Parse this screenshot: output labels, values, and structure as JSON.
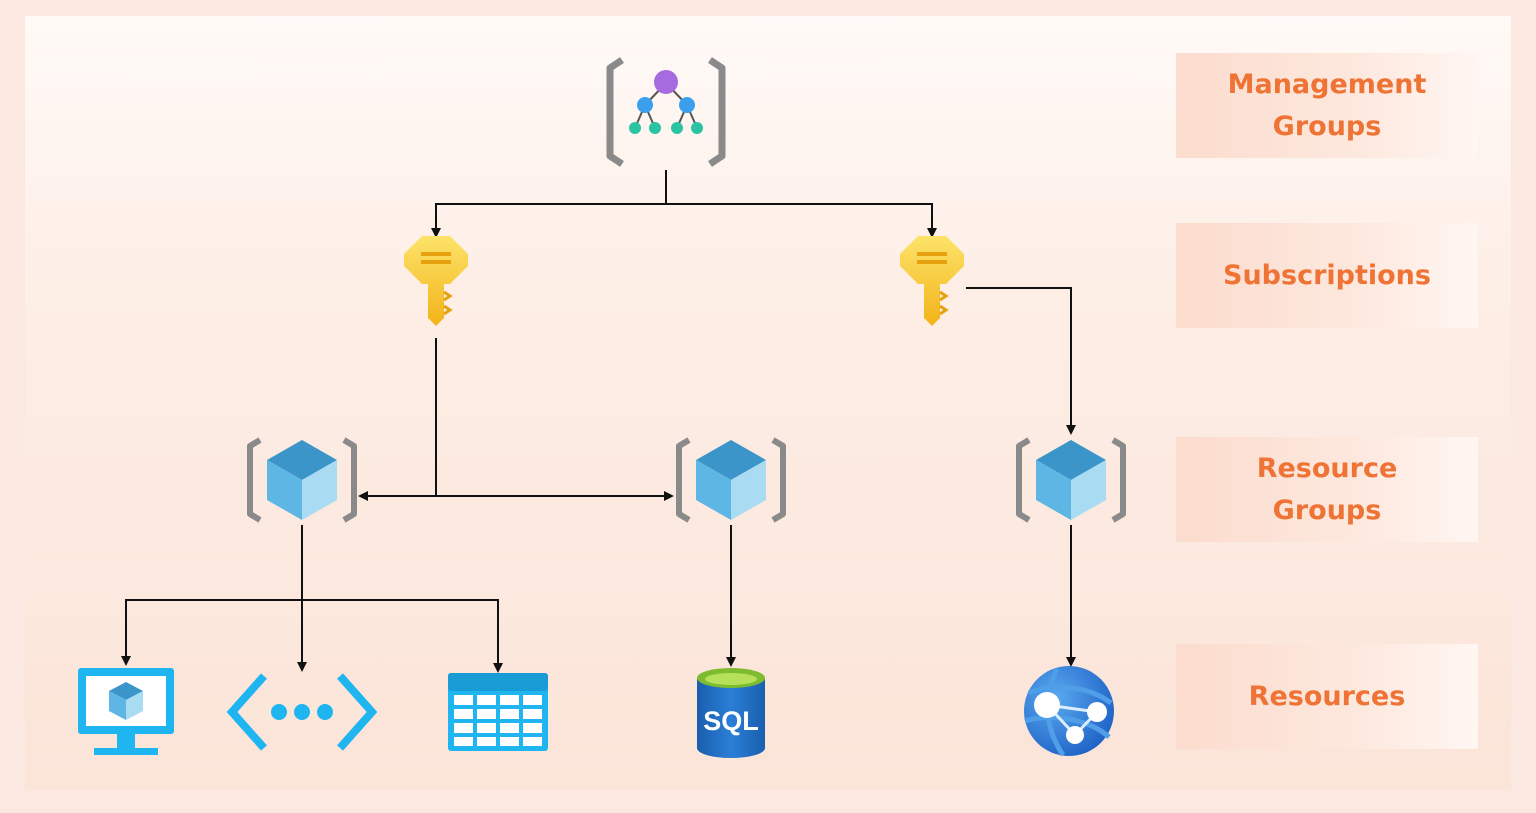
{
  "levels": {
    "management_groups": "Management\nGroups",
    "subscriptions": "Subscriptions",
    "resource_groups": "Resource\nGroups",
    "resources": "Resources"
  },
  "resources": {
    "sql_label": "SQL"
  },
  "colors": {
    "label_text": "#ee7334",
    "connector": "#111111",
    "bracket_gray": "#8a8a8a",
    "cube_top": "#3b95c8",
    "cube_left": "#5eb6e4",
    "cube_right": "#a9dcf3",
    "key_yellow": "#f7c42c",
    "azure_cyan": "#1fb5f0",
    "sql_blue": "#1d6bbf",
    "sql_green": "#7dbb2f"
  },
  "icons": {
    "root": "management-group-icon",
    "subscription": "subscription-key-icon",
    "resource_group": "resource-group-icon",
    "vm": "virtual-machine-icon",
    "network": "virtual-network-icon",
    "storage": "storage-table-icon",
    "sql": "sql-database-icon",
    "web": "app-service-icon"
  }
}
